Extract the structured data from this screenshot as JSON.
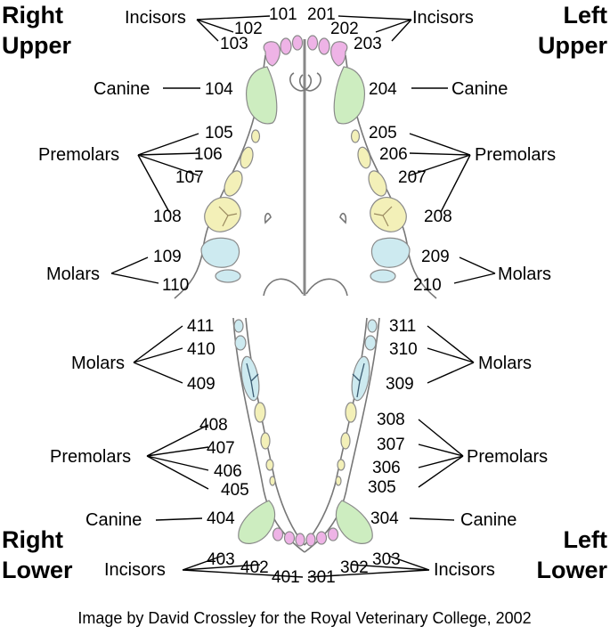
{
  "quadrants": {
    "right_upper": [
      "Right",
      "Upper"
    ],
    "left_upper": [
      "Left",
      "Upper"
    ],
    "right_lower": [
      "Right",
      "Lower"
    ],
    "left_lower": [
      "Left",
      "Lower"
    ]
  },
  "labels": {
    "incisors": "Incisors",
    "canine": "Canine",
    "premolars": "Premolars",
    "molars": "Molars"
  },
  "teeth": {
    "upper_right": {
      "incisors": [
        "101",
        "102",
        "103"
      ],
      "canine": "104",
      "premolars": [
        "105",
        "106",
        "107",
        "108"
      ],
      "molars": [
        "109",
        "110"
      ]
    },
    "upper_left": {
      "incisors": [
        "201",
        "202",
        "203"
      ],
      "canine": "204",
      "premolars": [
        "205",
        "206",
        "207",
        "208"
      ],
      "molars": [
        "209",
        "210"
      ]
    },
    "lower_left": {
      "molars": [
        "311",
        "310",
        "309"
      ],
      "premolars": [
        "308",
        "307",
        "306",
        "305"
      ],
      "canine": "304",
      "incisors": [
        "303",
        "302",
        "301"
      ]
    },
    "lower_right": {
      "molars": [
        "411",
        "410",
        "409"
      ],
      "premolars": [
        "408",
        "407",
        "406",
        "405"
      ],
      "canine": "404",
      "incisors": [
        "403",
        "402",
        "401"
      ]
    }
  },
  "colors": {
    "incisors": "#eeb3e6",
    "canine": "#cdedc0",
    "premolars": "#f3f0b8",
    "molars": "#cdeaf0"
  },
  "credit": "Image by David Crossley for the Royal Veterinary College, 2002"
}
